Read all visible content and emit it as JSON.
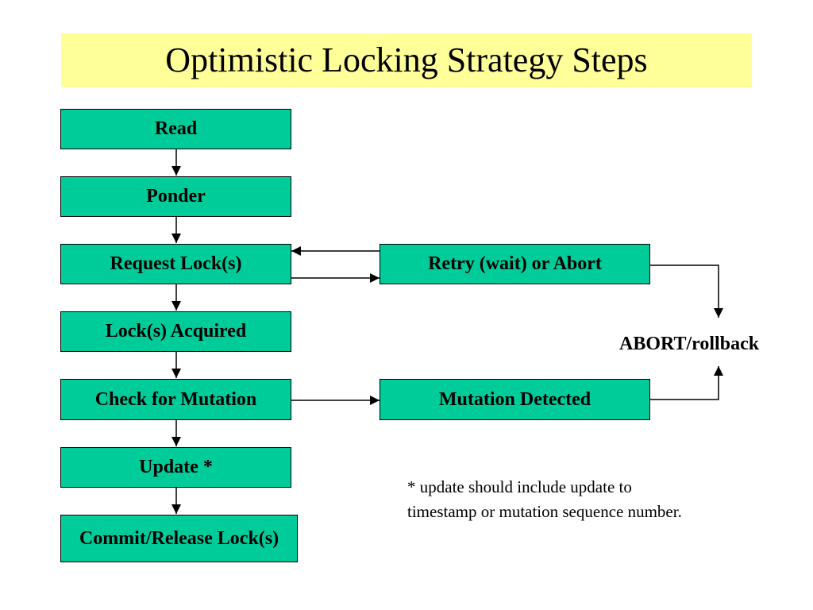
{
  "title": "Optimistic Locking Strategy Steps",
  "colors": {
    "title_background": "#ffff99",
    "step_fill": "#00cc99",
    "outline": "#000000"
  },
  "steps": {
    "read": "Read",
    "ponder": "Ponder",
    "request_locks": "Request Lock(s)",
    "locks_acquired": "Lock(s) Acquired",
    "check_mutation": "Check for Mutation",
    "update": "Update *",
    "commit_release": "Commit/Release Lock(s)"
  },
  "branches": {
    "retry_or_abort": "Retry (wait) or Abort",
    "mutation_detected": "Mutation Detected",
    "abort_rollback": "ABORT/rollback"
  },
  "footnote": "* update should include update to timestamp or mutation sequence number."
}
